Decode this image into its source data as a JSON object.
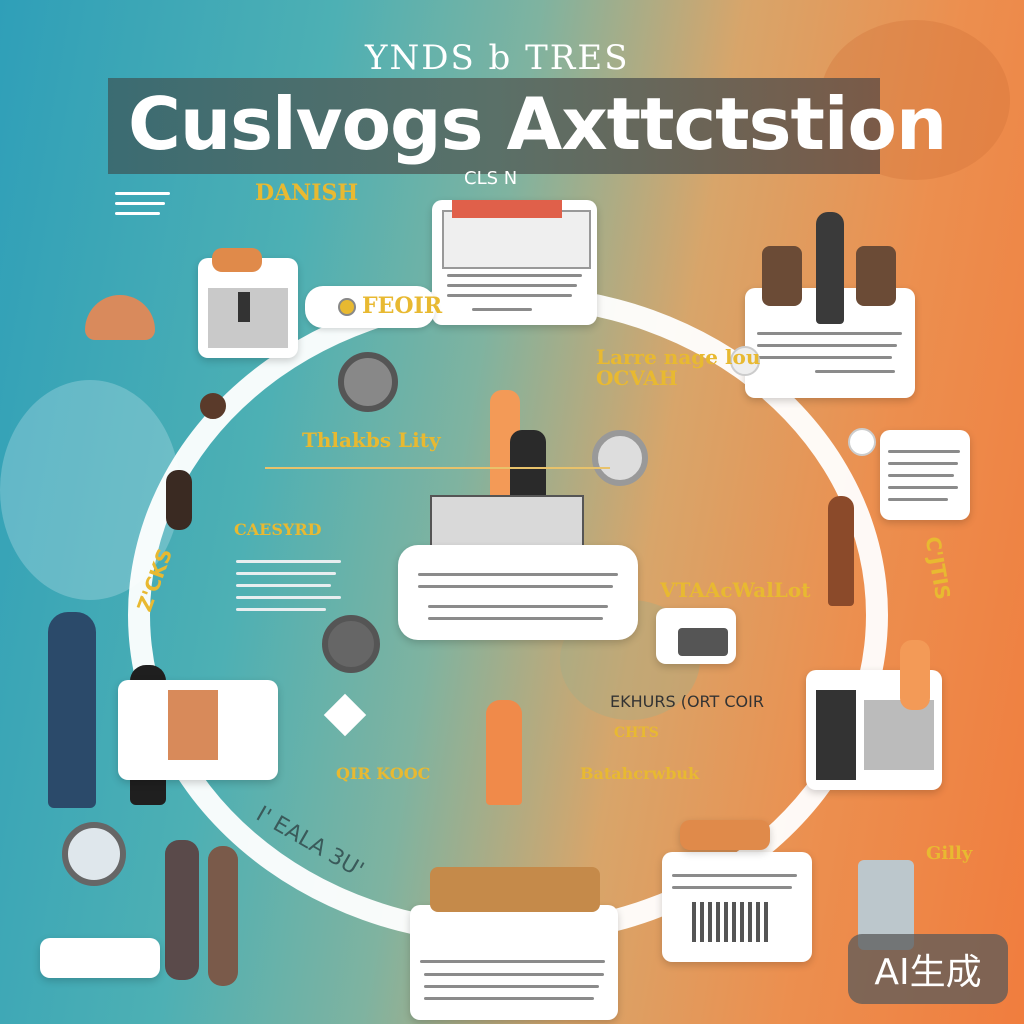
{
  "header": {
    "subtitle": "YNDS  b TRES",
    "title": "Cuslvogs Axttctstion",
    "tagline": "CLS  N"
  },
  "labels": {
    "top_left_heading": "DANISH",
    "ring_left_heading": "FEOIR",
    "mid_heading_1": "Larre nage lou",
    "mid_heading_2": "OCVAH",
    "left_heading": "Thlakbs Lity",
    "left_small": "CAESYRD",
    "right_heading": "VTAAcWalLot",
    "right_small": "CHTS",
    "center_right": "EKHURS (ORT COIR",
    "bottom_left": "QIR KOOC",
    "bottom_mid": "Batahcrwbuk",
    "bottom_ring": "I' EALA  3U'",
    "right_ring": "C'JTIS",
    "left_ring": "Z'CKS",
    "bottom_right": "Gilly"
  },
  "badge": {
    "text": "AI生成"
  },
  "colors": {
    "accent_yellow": "#e8b931",
    "teal": "#2f9fb8",
    "orange": "#f07d3e",
    "ring": "#ffffff"
  }
}
